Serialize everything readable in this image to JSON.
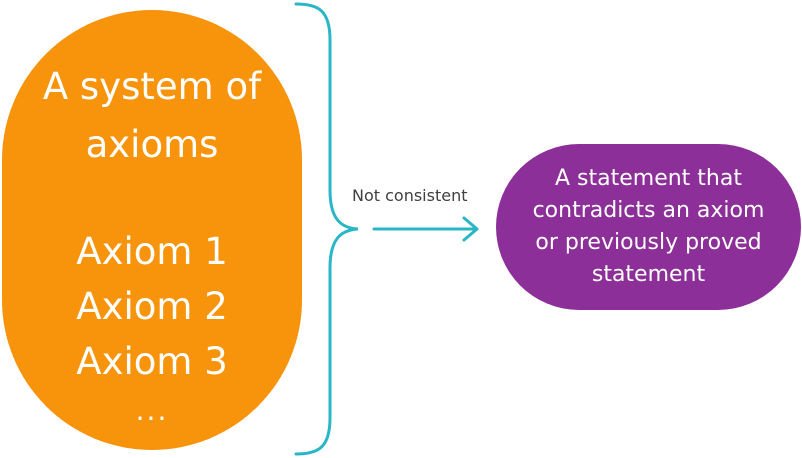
{
  "axioms_box": {
    "title": "A system of axioms",
    "items": [
      "Axiom 1",
      "Axiom 2",
      "Axiom 3"
    ],
    "ellipsis": "..."
  },
  "connector": {
    "label": "Not consistent"
  },
  "statement_box": {
    "text": "A statement that contradicts an axiom or previously proved statement"
  },
  "colors": {
    "axioms_fill": "#f7940c",
    "statement_fill": "#8d2f98",
    "connector_stroke": "#29b6c6",
    "text_light": "#ffffff",
    "label_text": "#404040"
  }
}
